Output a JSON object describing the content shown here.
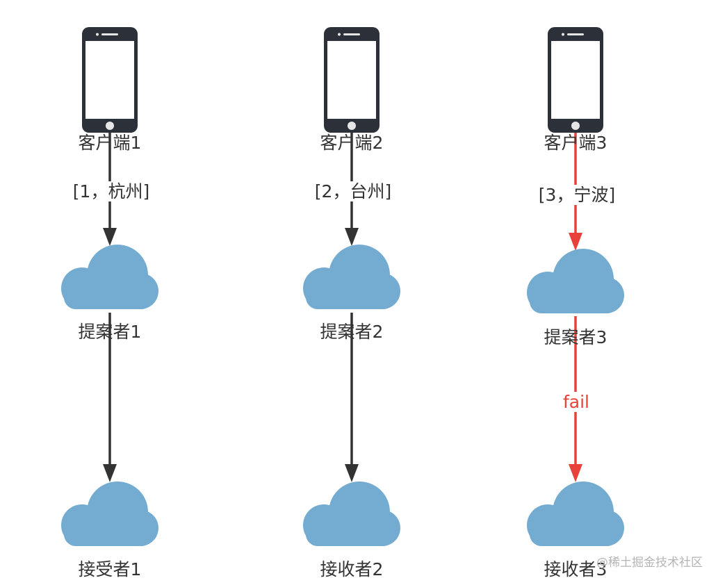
{
  "colors": {
    "line": "#333333",
    "fail_line": "#e8413a",
    "cloud": "#73acd0",
    "phone_body": "#2c3038",
    "phone_screen": "#ffffff",
    "phone_button": "#e6e6e6"
  },
  "columns": [
    {
      "client": "客户端1",
      "request": "[1，杭州]",
      "proposer": "提案者1",
      "acceptor": "接受者1",
      "failed": false
    },
    {
      "client": "客户端2",
      "request": "[2，台州]",
      "proposer": "提案者2",
      "acceptor": "接收者2",
      "failed": false
    },
    {
      "client": "客户端3",
      "request": "[3，宁波]",
      "proposer": "提案者3",
      "acceptor": "接收者3",
      "failed": true,
      "fail_label": "fail"
    }
  ],
  "watermark": "@稀土掘金技术社区"
}
